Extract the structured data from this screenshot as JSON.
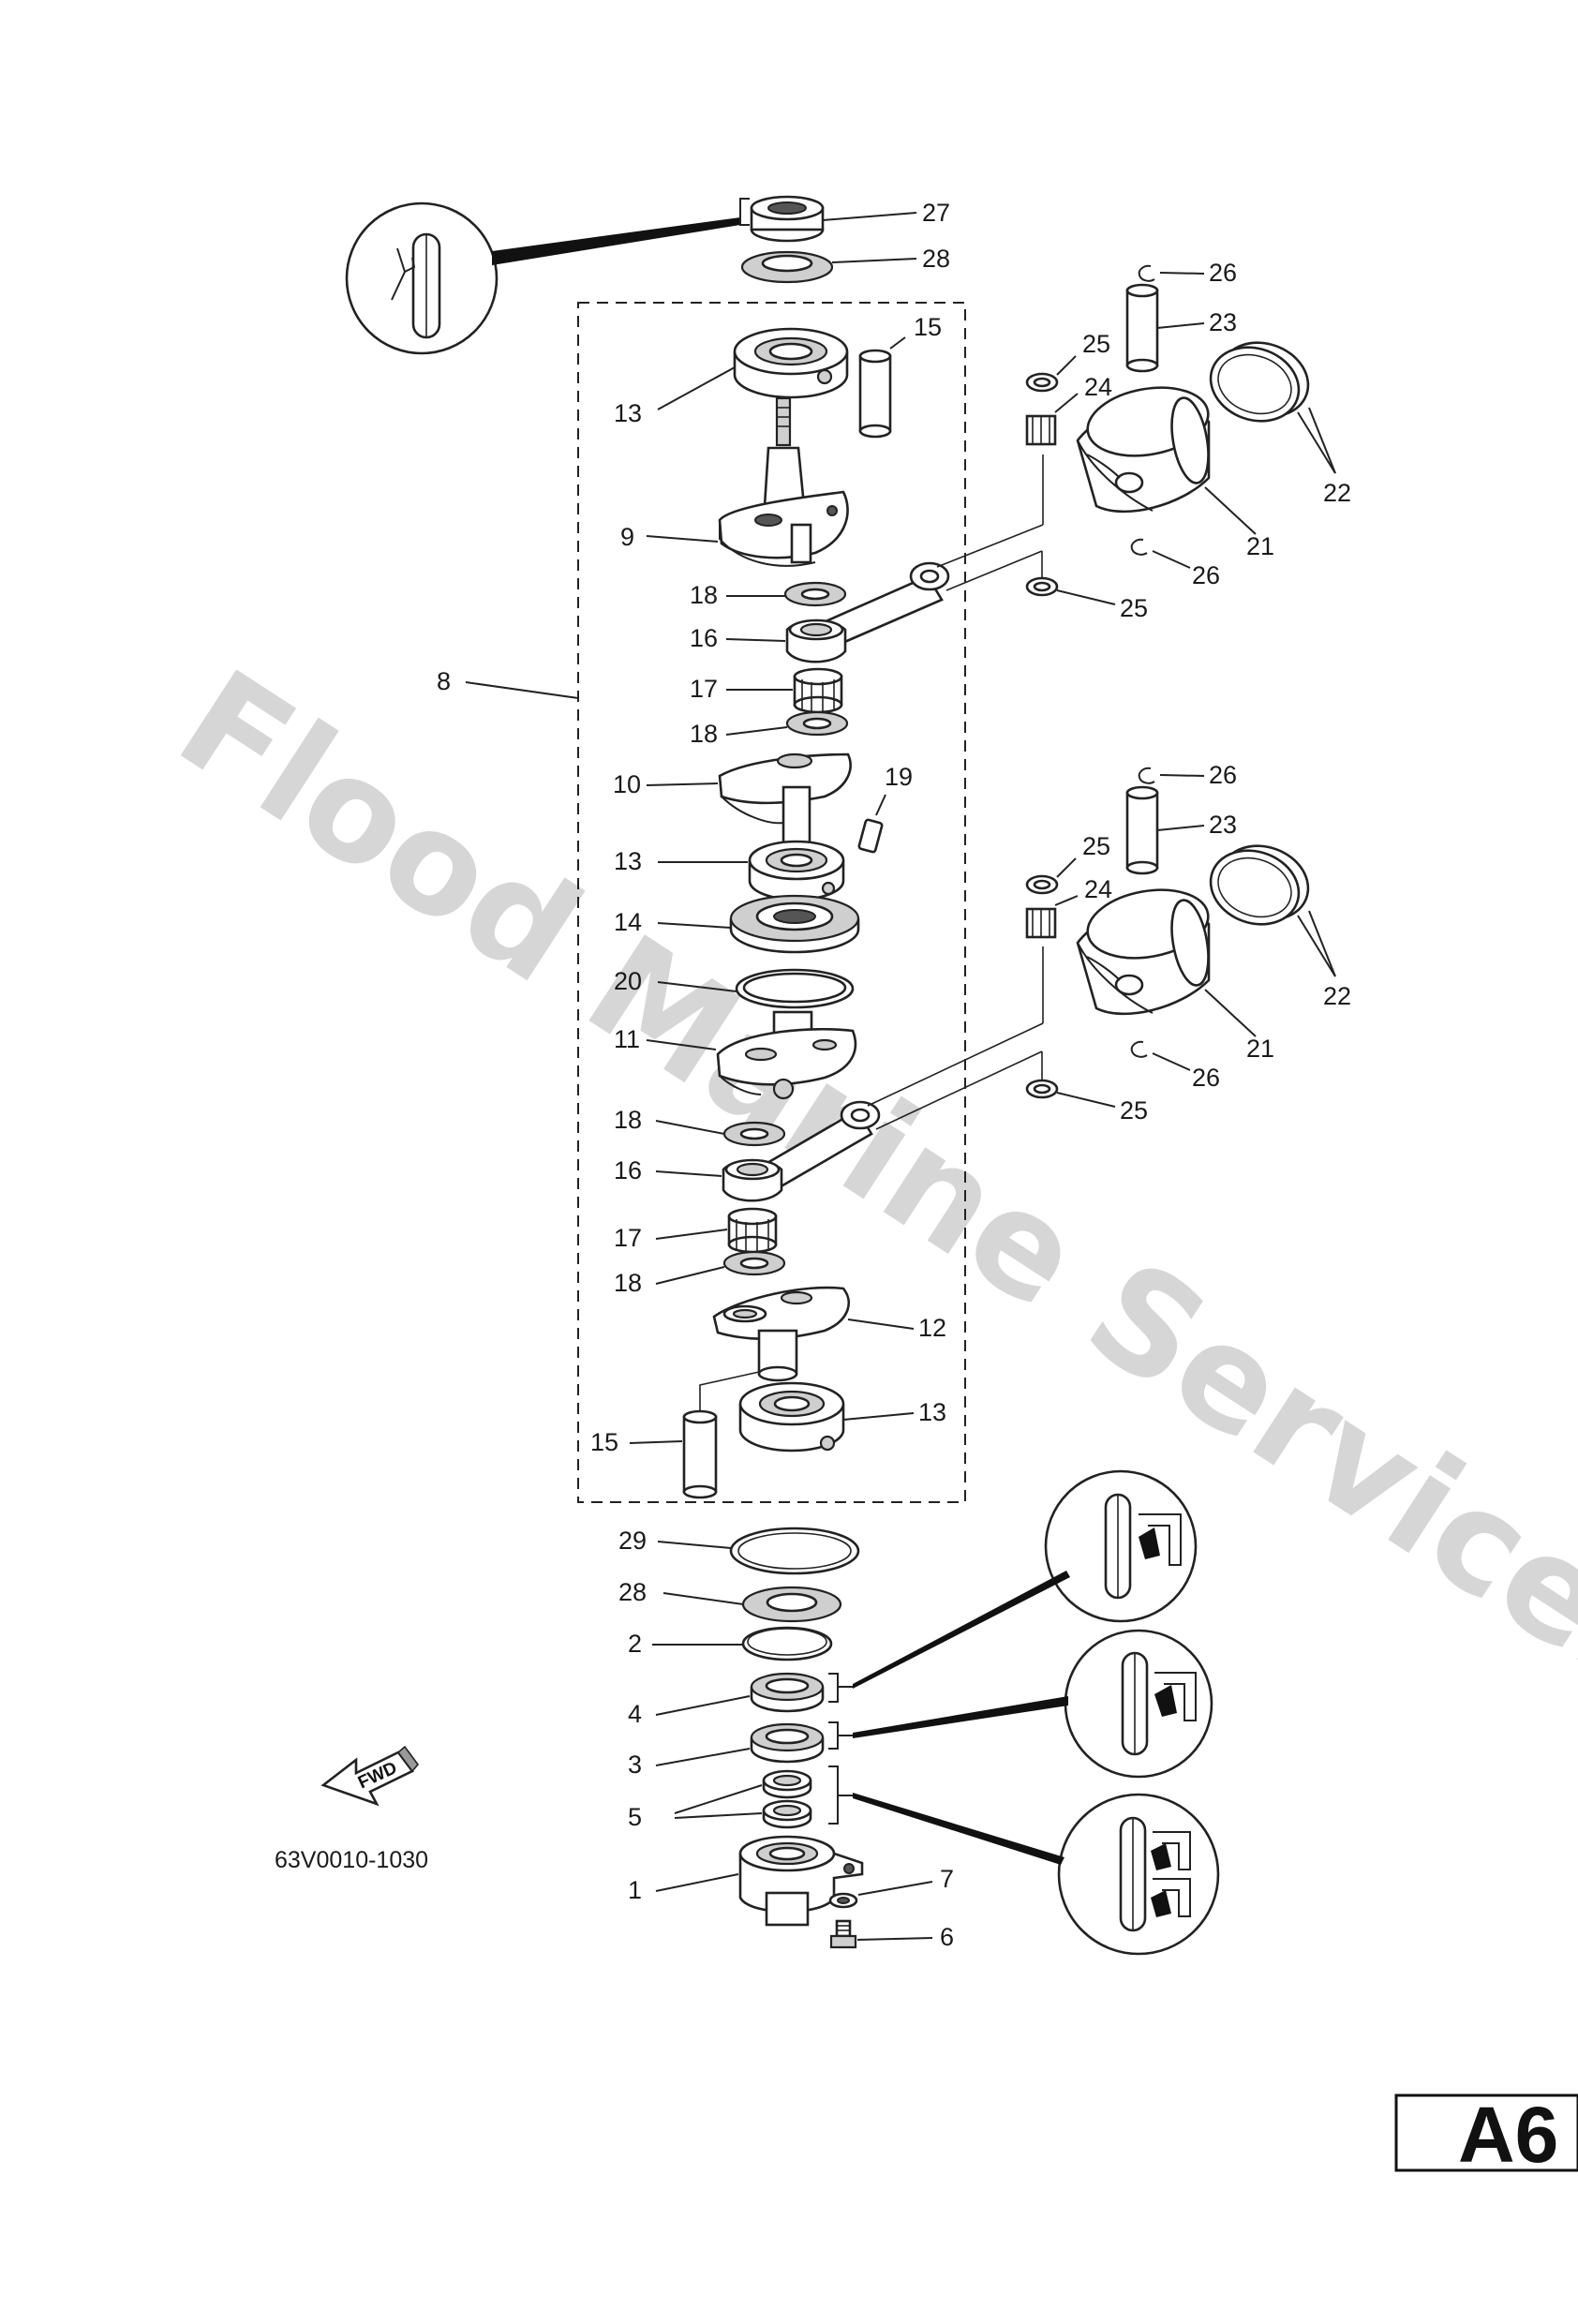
{
  "watermark": "Flood Marine Services",
  "diagram_code": "63V0010-1030",
  "page_code": "A6",
  "fwd_label": "FWD",
  "callouts": {
    "c27": "27",
    "c28a": "28",
    "c15a": "15",
    "c13a": "13",
    "c9": "9",
    "c18a": "18",
    "c16a": "16",
    "c8": "8",
    "c17a": "17",
    "c18b": "18",
    "c10": "10",
    "c13b": "13",
    "c19": "19",
    "c14": "14",
    "c20": "20",
    "c11": "11",
    "c18c": "18",
    "c16b": "16",
    "c17b": "17",
    "c18d": "18",
    "c12": "12",
    "c13c": "13",
    "c15b": "15",
    "c26a": "26",
    "c23a": "23",
    "c25a": "25",
    "c24a": "24",
    "c22a": "22",
    "c21a": "21",
    "c26b": "26",
    "c25b": "25",
    "c26c": "26",
    "c23b": "23",
    "c25c": "25",
    "c24b": "24",
    "c22b": "22",
    "c21b": "21",
    "c26d": "26",
    "c25d": "25",
    "c29": "29",
    "c28b": "28",
    "c2": "2",
    "c4": "4",
    "c3": "3",
    "c5": "5",
    "c1": "1",
    "c7": "7",
    "c6": "6"
  },
  "icons": {
    "top_detail": "grease-icon",
    "detail_1": "oil-seal-lip-icon",
    "detail_2": "oil-seal-lip-icon",
    "detail_3": "double-oil-seal-icon",
    "fwd": "fwd-arrow-icon"
  }
}
